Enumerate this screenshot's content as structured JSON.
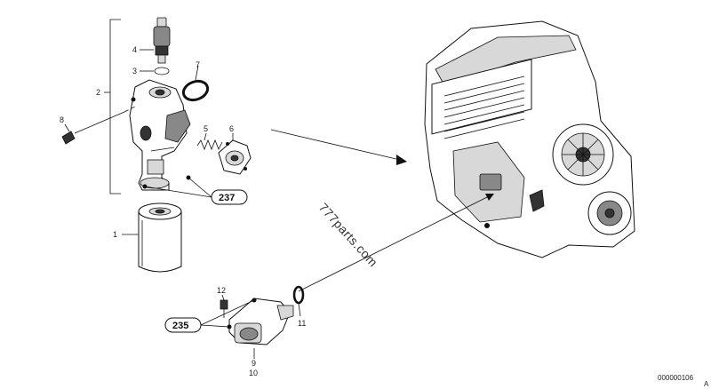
{
  "callouts": {
    "c1": "1",
    "c2": "2",
    "c3": "3",
    "c4": "4",
    "c5": "5",
    "c6": "6",
    "c7": "7",
    "c8": "8",
    "c9": "9",
    "c10": "10",
    "c11": "11",
    "c12": "12"
  },
  "references": {
    "ref237": "237",
    "ref235": "235"
  },
  "watermark": "777parts.com",
  "drawing_code": "000000106",
  "corner_mark": "A"
}
